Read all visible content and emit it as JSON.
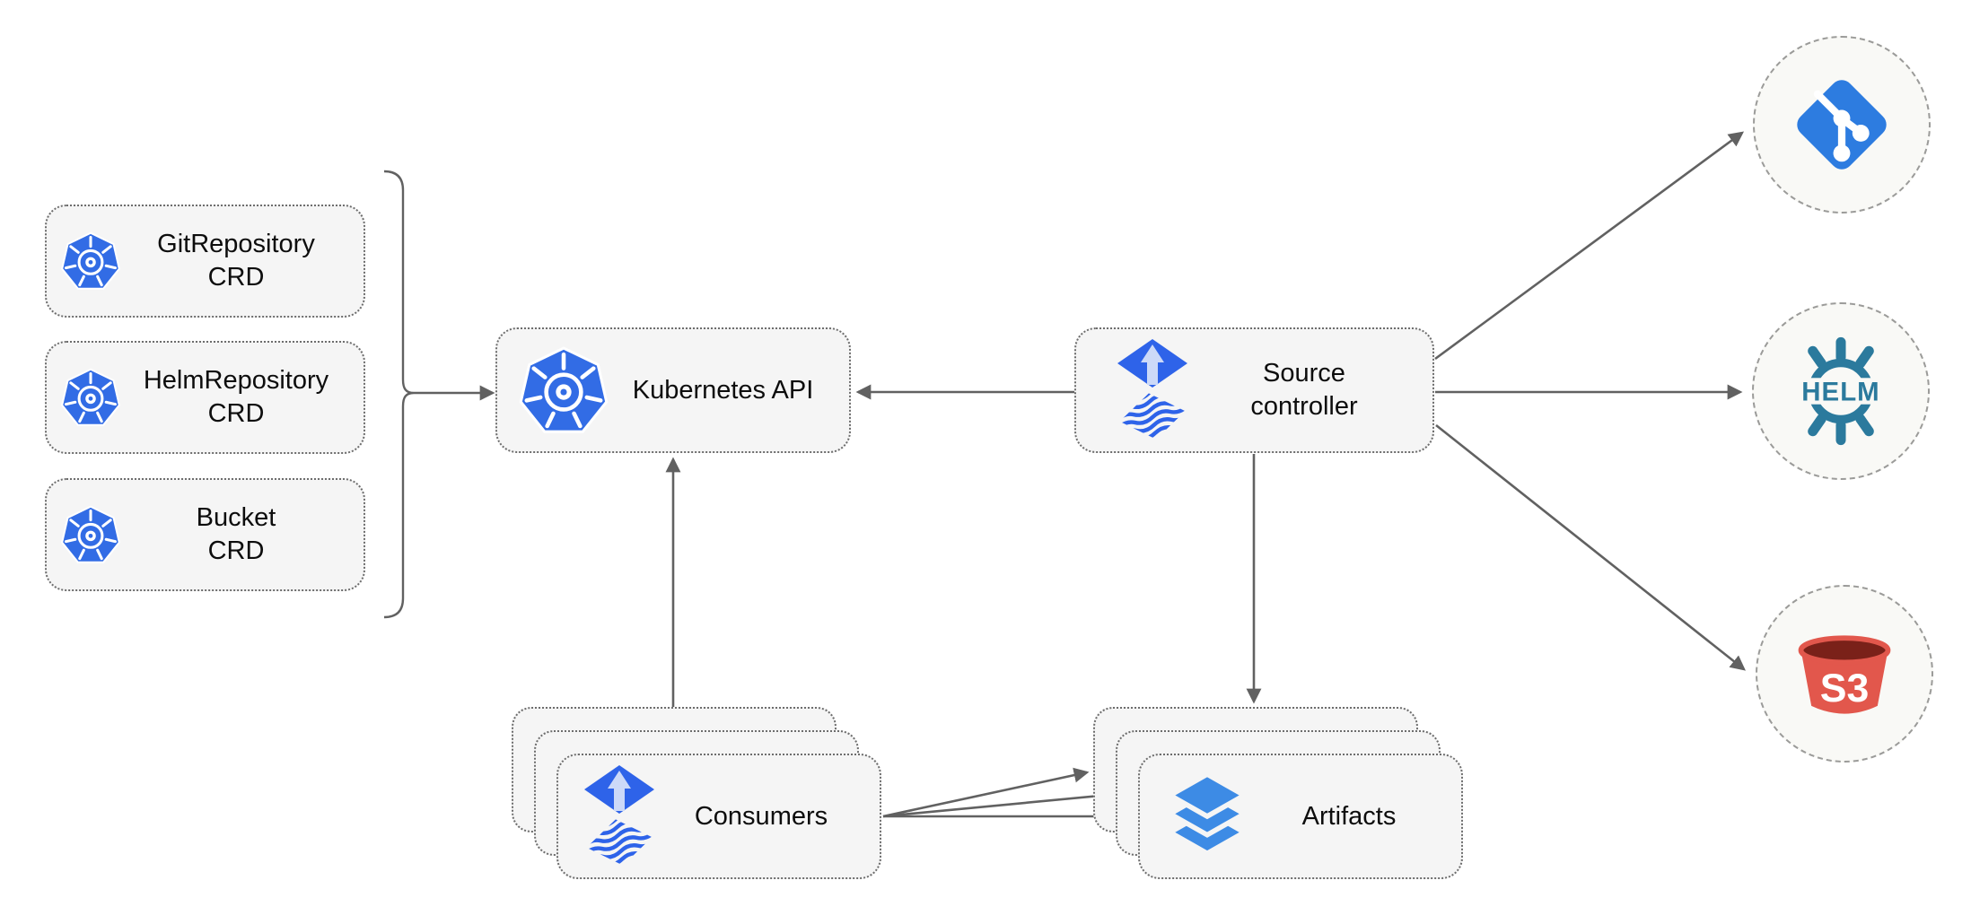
{
  "diagram": {
    "crd_boxes": [
      {
        "label": "GitRepository\nCRD"
      },
      {
        "label": "HelmRepository\nCRD"
      },
      {
        "label": "Bucket\nCRD"
      }
    ],
    "kubernetes_api": {
      "label": "Kubernetes API"
    },
    "source_controller": {
      "label": "Source\ncontroller"
    },
    "consumers": {
      "label": "Consumers"
    },
    "artifacts": {
      "label": "Artifacts"
    },
    "endpoints": {
      "helm_text": "HELM",
      "s3_text": "S3"
    },
    "colors": {
      "kubernetes_blue": "#326CE5",
      "flux_blue": "#2E63E9",
      "flux_arrow_light": "#CCD9F8",
      "git_blue": "#2D7CE0",
      "helm_teal": "#2B7A9D",
      "s3_red": "#E2574C",
      "s3_dark": "#7A2119",
      "layers_blue": "#3D8BE5",
      "arrow_gray": "#616161",
      "box_fill": "#F5F5F5",
      "box_border": "#6D6D6D",
      "circle_fill": "#F9F9F6",
      "circle_border": "#9B9B99"
    }
  }
}
